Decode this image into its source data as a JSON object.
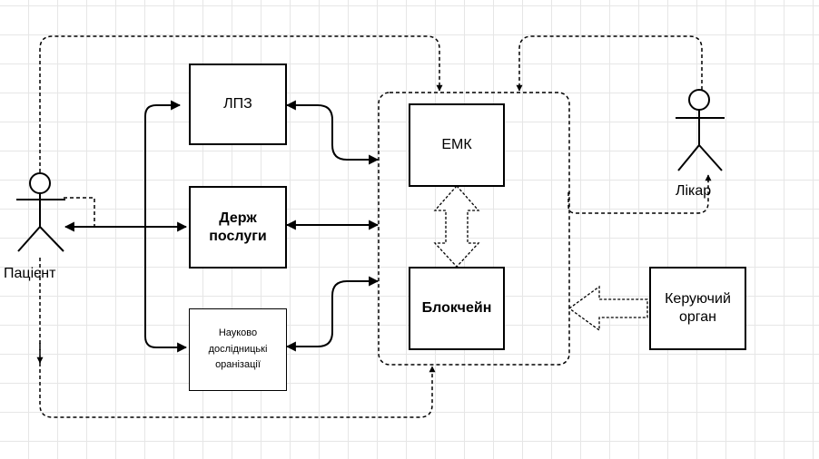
{
  "nodes": {
    "lpz": "ЛПЗ",
    "gov_services": "Держ\nпослуги",
    "research_orgs": "Науково\nдослідницькі\nоранізації",
    "emk": "ЕМК",
    "blockchain": "Блокчейн",
    "governing_body": "Керуючий\nорган"
  },
  "actors": {
    "patient": "Пацієнт",
    "doctor": "Лікар"
  }
}
